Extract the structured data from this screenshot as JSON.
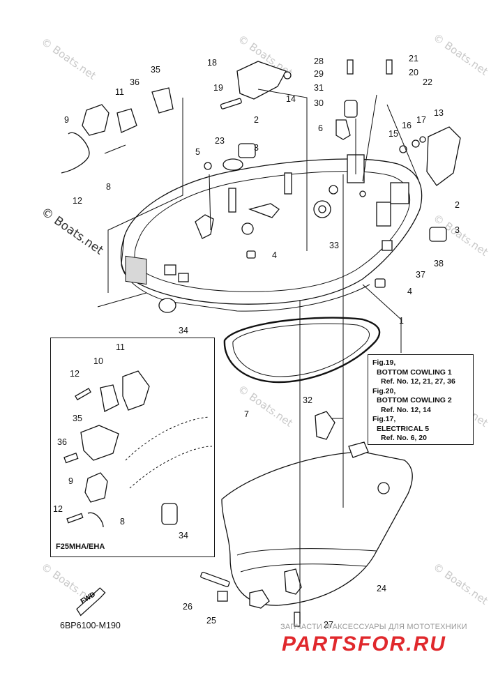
{
  "watermark": "© Boats.net",
  "diagram_code": "6BP6100-M190",
  "inset_label": "F25MHA/EHA",
  "fwd_label": "FWD",
  "reference_box": {
    "lines": [
      "Fig.19,",
      "BOTTOM COWLING 1",
      "Ref. No. 12, 21, 27, 36",
      "Fig.20,",
      "BOTTOM COWLING 2",
      "Ref. No. 12, 14",
      "Fig.17,",
      "ELECTRICAL 5",
      "Ref. No. 6, 20"
    ]
  },
  "brand": {
    "tagline": "ЗАПЧАСТИ И АКСЕССУАРЫ ДЛЯ МОТОТЕХНИКИ",
    "logo": "PARTSFOR.RU"
  },
  "callouts": {
    "main": [
      "1",
      "2",
      "2",
      "3",
      "3",
      "4",
      "4",
      "5",
      "6",
      "7",
      "8",
      "9",
      "11",
      "12",
      "13",
      "14",
      "15",
      "16",
      "17",
      "18",
      "19",
      "20",
      "21",
      "22",
      "23",
      "24",
      "25",
      "26",
      "27",
      "28",
      "29",
      "30",
      "31",
      "32",
      "33",
      "34",
      "35",
      "36",
      "37",
      "38"
    ],
    "inset": [
      "8",
      "9",
      "10",
      "11",
      "12",
      "12",
      "34",
      "35",
      "36"
    ]
  },
  "colors": {
    "line": "#111111",
    "watermark": "#c9c9c9",
    "brand_red": "#e0282c",
    "brand_gray": "#9a9a9a"
  }
}
